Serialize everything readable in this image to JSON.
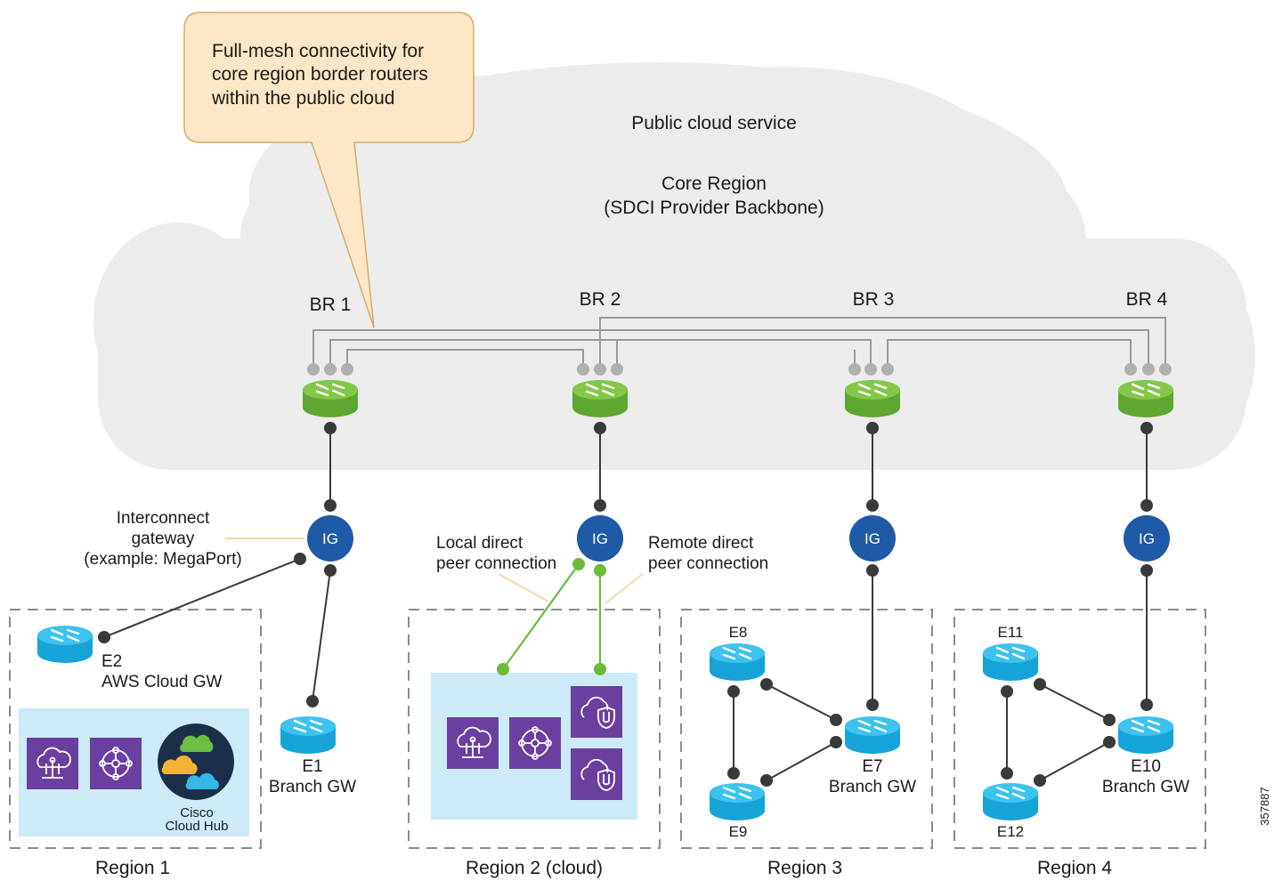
{
  "callout": {
    "line1": "Full-mesh connectivity for",
    "line2": "core region border routers",
    "line3": "within the public cloud"
  },
  "cloud": {
    "title": "Public cloud service",
    "core_line1": "Core Region",
    "core_line2": "(SDCI Provider Backbone)"
  },
  "border_routers": [
    "BR 1",
    "BR 2",
    "BR 3",
    "BR 4"
  ],
  "ig_label": "IG",
  "annotations": {
    "interconnect_line1": "Interconnect",
    "interconnect_line2": "gateway",
    "interconnect_line3": "(example: MegaPort)",
    "local_line1": "Local direct",
    "local_line2": "peer connection",
    "remote_line1": "Remote direct",
    "remote_line2": "peer connection"
  },
  "edges": {
    "e2_name": "E2",
    "e2_role": "AWS Cloud GW",
    "e1_name": "E1",
    "e1_role": "Branch GW",
    "e7_name": "E7",
    "e7_role": "Branch GW",
    "e8_name": "E8",
    "e9_name": "E9",
    "e10_name": "E10",
    "e10_role": "Branch GW",
    "e11_name": "E11",
    "e12_name": "E12"
  },
  "cisco_hub": {
    "line1": "Cisco",
    "line2": "Cloud Hub"
  },
  "regions": [
    "Region 1",
    "Region 2 (cloud)",
    "Region 3",
    "Region 4"
  ],
  "figure_id": "357887",
  "colors": {
    "cloud": "#ececec",
    "callout_fill": "#fbe7c6",
    "callout_stroke": "#d7a969",
    "router_green": "#7bc043",
    "router_cyan": "#29b6e8",
    "ig_blue": "#1f5aa6",
    "aws_purple": "#6b3fa0",
    "light_blue_panel": "#cdeaf7"
  }
}
